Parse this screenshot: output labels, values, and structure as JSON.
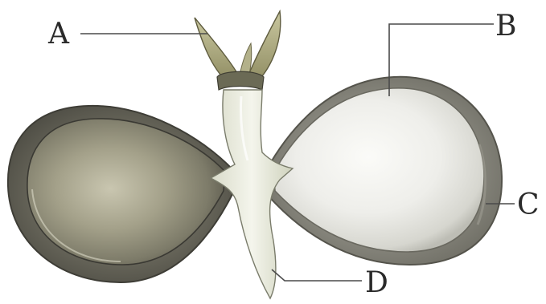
{
  "figure": {
    "labels": {
      "A": "A",
      "B": "B",
      "C": "C",
      "D": "D"
    }
  }
}
